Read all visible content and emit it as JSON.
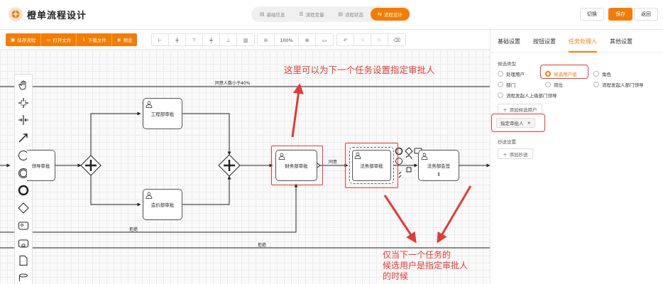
{
  "header": {
    "title": "橙单流程设计",
    "steps": [
      {
        "label": "基础信息",
        "icon": "document-icon",
        "active": false
      },
      {
        "label": "流程变量",
        "icon": "list-icon",
        "active": false
      },
      {
        "label": "流程状态",
        "icon": "document-icon",
        "active": false
      },
      {
        "label": "流程设计",
        "icon": "flow-icon",
        "active": true
      }
    ],
    "switch_label": "切换",
    "save_label": "保存",
    "back_label": "返回"
  },
  "toolbar": {
    "save_flow": "保存流程",
    "open_file": "打开文件",
    "download_file": "下载文件",
    "preview": "预览",
    "zoom": "100%"
  },
  "canvas": {
    "lane_top_label": "同意人数小于40%",
    "lane_bottom_label": "拒绝",
    "lane_bottom2_label": "拒绝",
    "agree_label": "同意",
    "tasks": {
      "leader": "领导审批",
      "engineering": "工程部审批",
      "cost": "造价部审批",
      "finance": "财务部审批",
      "legal": "法务部审批",
      "legal_sign": "法务部会签"
    },
    "annotation_top": "这里可以为下一个任务设置指定审批人",
    "annotation_bottom": [
      "仅当下一个任务的",
      "候选用户是指定审批人",
      "的时候"
    ]
  },
  "panel": {
    "tabs": [
      {
        "label": "基础设置",
        "active": false
      },
      {
        "label": "按钮设置",
        "active": false
      },
      {
        "label": "任务处理人",
        "active": true
      },
      {
        "label": "其他设置",
        "active": false
      }
    ],
    "candidate_type_label": "候选类型",
    "options": {
      "handler": "处理用户",
      "candidate": "候选用户组",
      "role": "角色",
      "dept": "部门",
      "post": "岗位",
      "initiator_dept_lead": "流程发起人部门领导",
      "initiator_upper_dept_lead": "流程发起人上级部门领导"
    },
    "add_candidate": "添加候选用户",
    "assignee_tag": "指定审批人",
    "cc_label": "抄送设置",
    "add_cc": "添加抄送"
  },
  "colors": {
    "accent": "#f57c00",
    "annotation": "#e53935"
  }
}
